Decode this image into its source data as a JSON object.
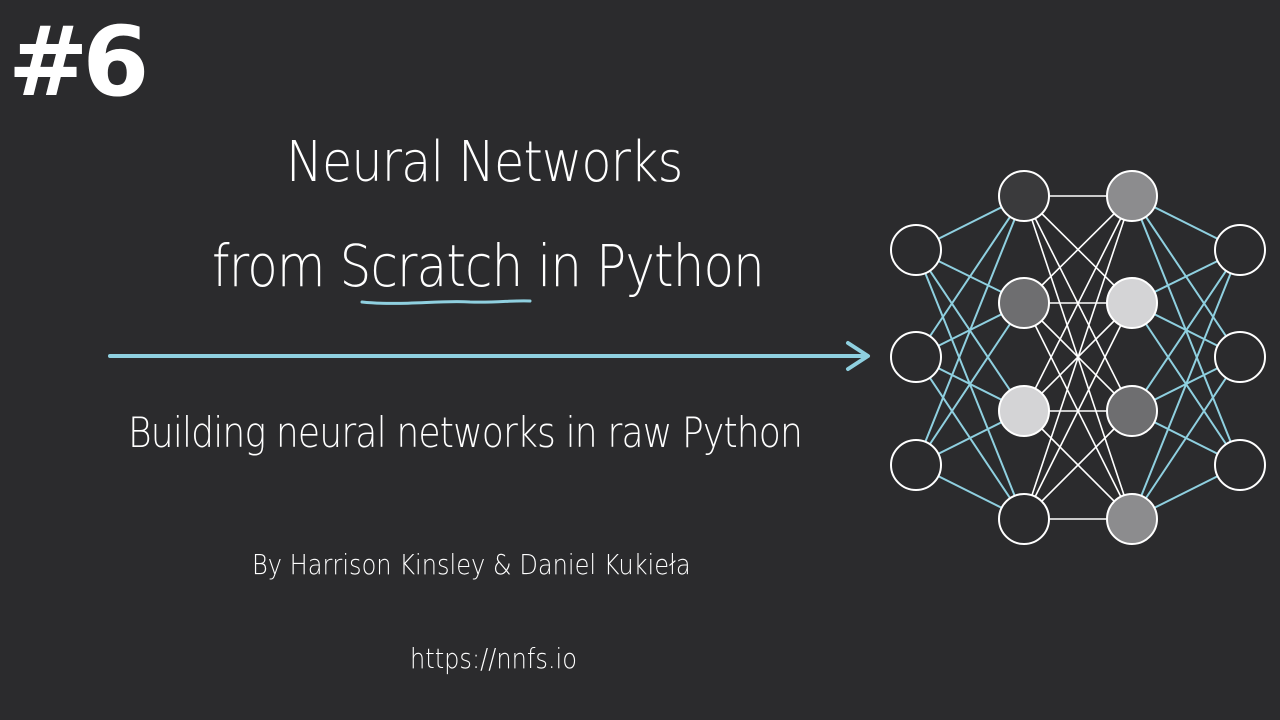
{
  "episode": {
    "label": "#6"
  },
  "title": {
    "line1": "Neural Networks",
    "line2_prefix": "from ",
    "line2_highlight": "Scratch",
    "line2_suffix": " in Python"
  },
  "subtitle": "Building neural networks in raw Python",
  "authors": "By Harrison Kinsley & Daniel Kukieła",
  "url": "https://nnfs.io",
  "colors": {
    "background": "#2b2b2d",
    "accent": "#8fd0e0",
    "text": "#ffffff",
    "node_dark": "#3a3a3c",
    "node_mid": "#6e6e70",
    "node_gray": "#8c8c8e",
    "node_light": "#d4d4d6"
  },
  "network": {
    "layers": [
      [
        "none",
        "none",
        "none"
      ],
      [
        "dark",
        "mid",
        "light",
        "none"
      ],
      [
        "gray",
        "light",
        "mid",
        "gray"
      ],
      [
        "none",
        "none",
        "none"
      ]
    ]
  }
}
